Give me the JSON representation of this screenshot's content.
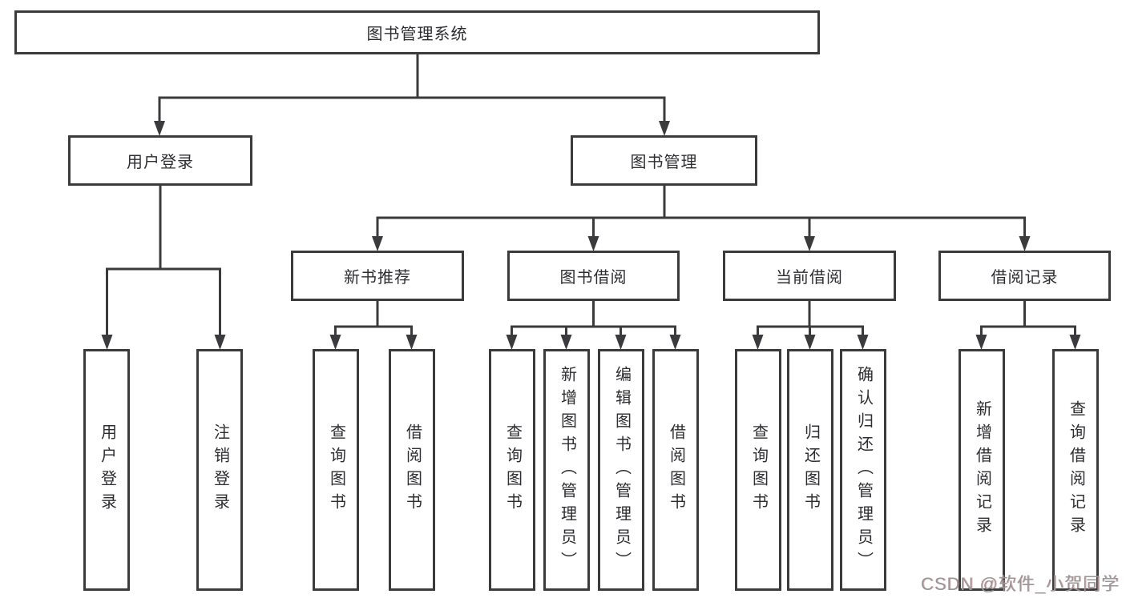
{
  "diagram": {
    "root": {
      "label": "图书管理系统"
    },
    "level2": [
      {
        "label": "用户登录",
        "children": [
          "用户登录",
          "注销登录"
        ]
      },
      {
        "label": "图书管理"
      }
    ],
    "level3": [
      {
        "label": "新书推荐",
        "children": [
          "查询图书",
          "借阅图书"
        ]
      },
      {
        "label": "图书借阅",
        "children": [
          "查询图书",
          "新增图书（管理员）",
          "编辑图书（管理员）",
          "借阅图书"
        ]
      },
      {
        "label": "当前借阅",
        "children": [
          "查询图书",
          "归还图书",
          "确认归还（管理员）"
        ]
      },
      {
        "label": "借阅记录",
        "children": [
          "新增借阅记录",
          "查询借阅记录"
        ]
      }
    ]
  },
  "watermark": {
    "text": "CSDN @软件_小贺同学"
  },
  "colors": {
    "line": "#3b3b3d",
    "text": "#2e2e32",
    "background": "#ffffff",
    "watermark": "#97979a"
  }
}
